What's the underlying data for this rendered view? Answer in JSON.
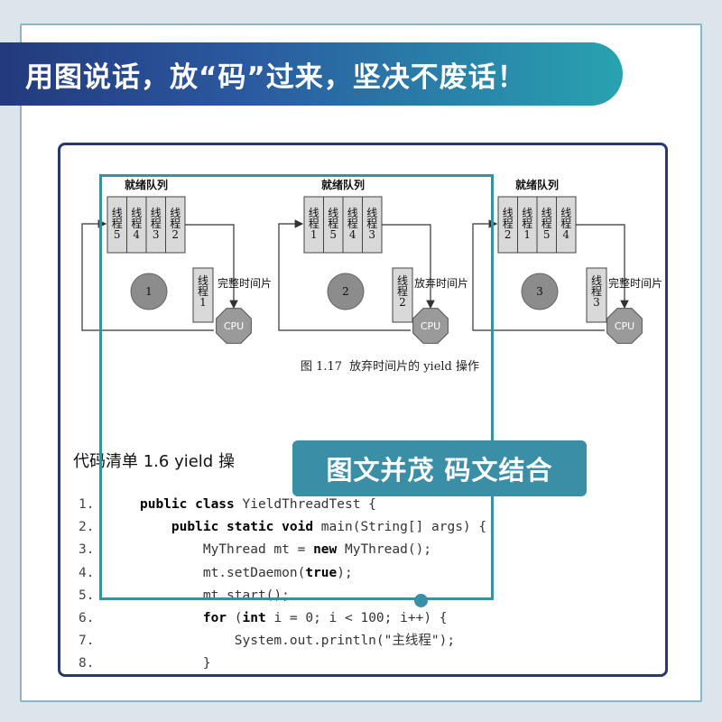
{
  "banner": {
    "slogan": "用图说话，放“码”过来，坚决不废话！"
  },
  "figure": {
    "panels": [
      {
        "queue_label": "就绪队列",
        "threads": [
          "线程5",
          "线程4",
          "线程3",
          "线程2"
        ],
        "step": "1",
        "side_thread": "线程1",
        "action": "完整时间片",
        "cpu": "CPU"
      },
      {
        "queue_label": "就绪队列",
        "threads": [
          "线程1",
          "线程5",
          "线程4",
          "线程3"
        ],
        "step": "2",
        "side_thread": "线程2",
        "action": "放弃时间片",
        "cpu": "CPU"
      },
      {
        "queue_label": "就绪队列",
        "threads": [
          "线程2",
          "线程1",
          "线程5",
          "线程4"
        ],
        "step": "3",
        "side_thread": "线程3",
        "action": "完整时间片",
        "cpu": "CPU"
      }
    ],
    "caption_num": "图 1.17",
    "caption_text": "放弃时间片的 yield 操作"
  },
  "listing": {
    "title": "代码清单 1.6    yield 操",
    "lines": [
      {
        "n": "1.",
        "indent": 0,
        "parts": [
          [
            "kw",
            "public class"
          ],
          [
            "",
            " YieldThreadTest {"
          ]
        ]
      },
      {
        "n": "2.",
        "indent": 1,
        "parts": [
          [
            "kw",
            "public static void"
          ],
          [
            "",
            " main(String[] args) {"
          ]
        ]
      },
      {
        "n": "3.",
        "indent": 2,
        "parts": [
          [
            "",
            "MyThread mt = "
          ],
          [
            "kw",
            "new"
          ],
          [
            "",
            " MyThread();"
          ]
        ]
      },
      {
        "n": "4.",
        "indent": 2,
        "parts": [
          [
            "",
            "mt.setDaemon("
          ],
          [
            "kw",
            "true"
          ],
          [
            "",
            ");"
          ]
        ]
      },
      {
        "n": "5.",
        "indent": 2,
        "parts": [
          [
            "",
            "mt.start();"
          ]
        ]
      },
      {
        "n": "6.",
        "indent": 2,
        "parts": [
          [
            "kw",
            "for"
          ],
          [
            "",
            " ("
          ],
          [
            "kw",
            "int"
          ],
          [
            "",
            " i = 0; i < 100; i++) {"
          ]
        ]
      },
      {
        "n": "7.",
        "indent": 3,
        "parts": [
          [
            "",
            "System.out.println(\"主线程\");"
          ]
        ]
      },
      {
        "n": "8.",
        "indent": 2,
        "parts": [
          [
            "",
            "}"
          ]
        ]
      }
    ]
  },
  "badge": {
    "text": "图文并茂 码文结合"
  },
  "colors": {
    "banner_start": "#233a7d",
    "banner_end": "#28a3b0",
    "accent": "#3a8fa6",
    "card_border": "#28396e"
  }
}
